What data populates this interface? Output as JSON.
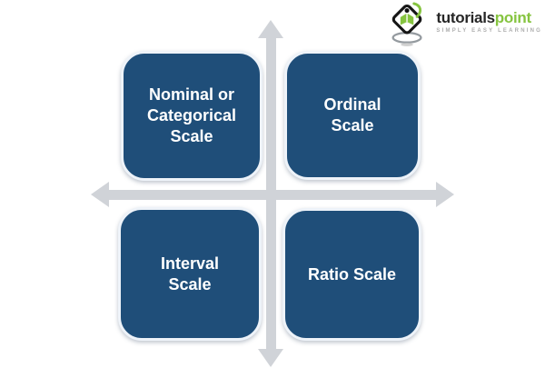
{
  "theme": {
    "page_bg": "#ffffff",
    "box_color": "#1f4e79",
    "arrow_color": "#d0d3d8",
    "brand_green": "#86c440",
    "brand_dark": "#262626",
    "tagline_gray": "#adadad"
  },
  "logo": {
    "brand_dark_text": "tutorials",
    "brand_green_text": "point",
    "tagline": "SIMPLY EASY LEARNING"
  },
  "diagram": {
    "quadrants": [
      {
        "id": "nominal",
        "position": "top-left",
        "label": "Nominal or Categorical Scale"
      },
      {
        "id": "ordinal",
        "position": "top-right",
        "label": "Ordinal Scale"
      },
      {
        "id": "interval",
        "position": "bottom-left",
        "label": "Interval Scale"
      },
      {
        "id": "ratio",
        "position": "bottom-right",
        "label": "Ratio Scale"
      }
    ]
  }
}
